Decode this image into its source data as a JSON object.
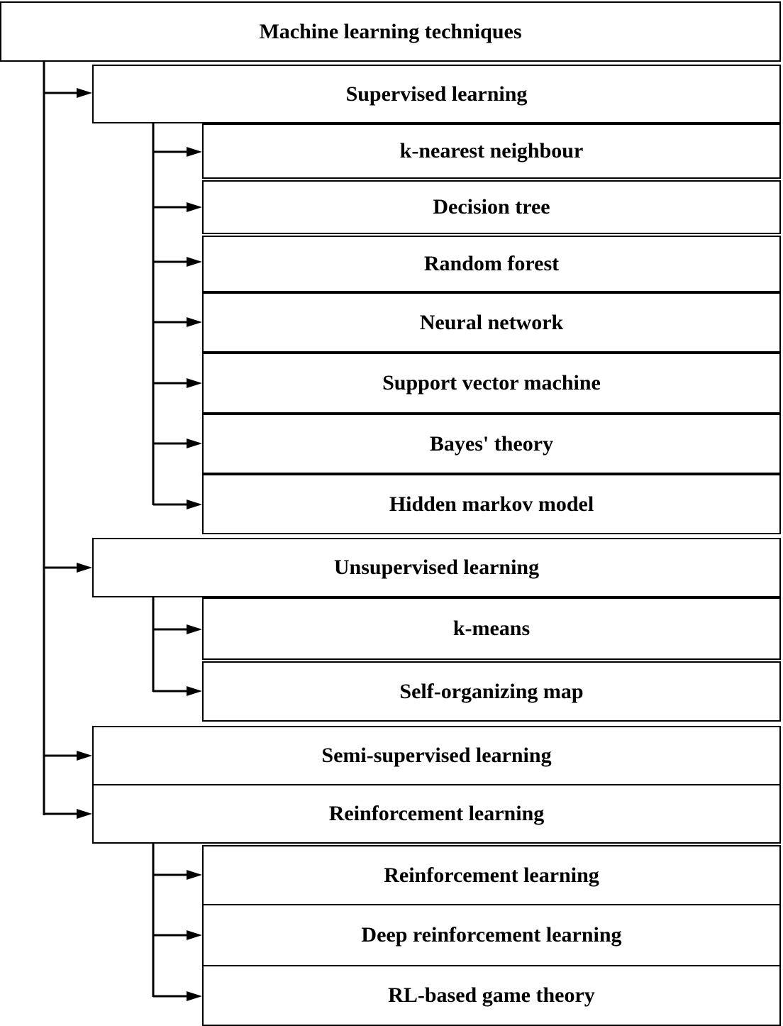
{
  "root": "Machine learning techniques",
  "categories": [
    {
      "label": "Supervised learning",
      "children": [
        "k-nearest neighbour",
        "Decision tree",
        "Random forest",
        "Neural network",
        "Support vector machine",
        "Bayes' theory",
        "Hidden markov model"
      ]
    },
    {
      "label": "Unsupervised learning",
      "children": [
        "k-means",
        "Self-organizing map"
      ]
    },
    {
      "label": "Semi-supervised learning",
      "children": []
    },
    {
      "label": "Reinforcement learning",
      "children": [
        "Reinforcement learning",
        "Deep reinforcement learning",
        "RL-based game theory"
      ]
    }
  ]
}
